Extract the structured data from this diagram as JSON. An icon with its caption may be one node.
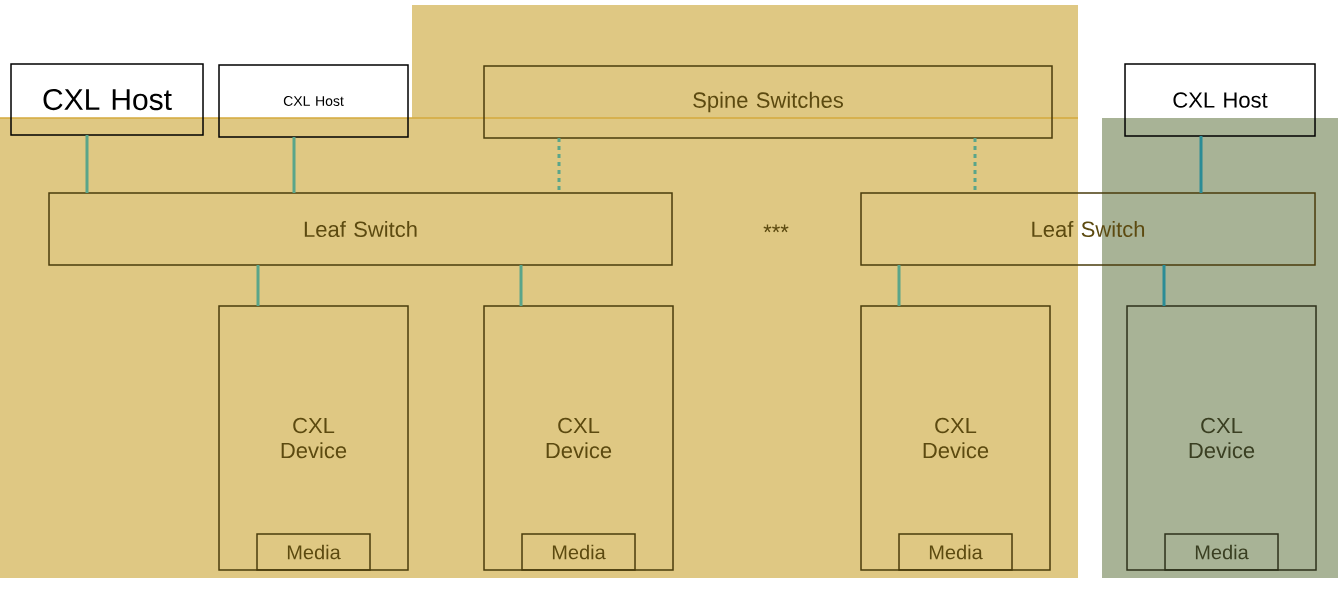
{
  "diagram": {
    "nodes": [
      {
        "text": [
          "CXL Host"
        ]
      },
      {
        "text": [
          "CXL Host"
        ]
      },
      {
        "text": [
          "Spine Switches"
        ]
      },
      {
        "text": [
          "CXL Host"
        ]
      },
      {
        "text": [
          "Leaf Switch"
        ]
      },
      {
        "text": [
          "Leaf Switch"
        ]
      },
      {
        "text": [
          "CXL Device"
        ]
      },
      {
        "text": [
          "Media"
        ],
        "in": 6
      },
      {
        "text": [
          "CXL Device"
        ]
      },
      {
        "text": [
          "Media"
        ],
        "in": 8
      },
      {
        "text": [
          "CXL Device"
        ]
      },
      {
        "text": [
          "Media"
        ],
        "in": 10
      },
      {
        "text": [
          "CXL Device"
        ]
      },
      {
        "text": [
          "Media"
        ],
        "in": 12
      }
    ],
    "edges": [
      {
        "from": 0,
        "to": 4,
        "arrow": "none"
      },
      {
        "from": 1,
        "to": 4,
        "arrow": "none"
      },
      {
        "from": 2,
        "to": 4,
        "arrow": "none",
        "style": "dashed"
      },
      {
        "from": 2,
        "to": 5,
        "arrow": "none",
        "style": "dashed"
      },
      {
        "from": 3,
        "to": 5,
        "arrow": "none",
        "color": "#2b8c96"
      },
      {
        "from": 4,
        "to": 6,
        "arrow": "none"
      },
      {
        "from": 4,
        "to": 8,
        "arrow": "none"
      },
      {
        "from": 5,
        "to": 10,
        "arrow": "none"
      },
      {
        "from": 5,
        "to": 12,
        "arrow": "none",
        "color": "#2b8c96"
      }
    ],
    "labels": [
      "***"
    ]
  }
}
